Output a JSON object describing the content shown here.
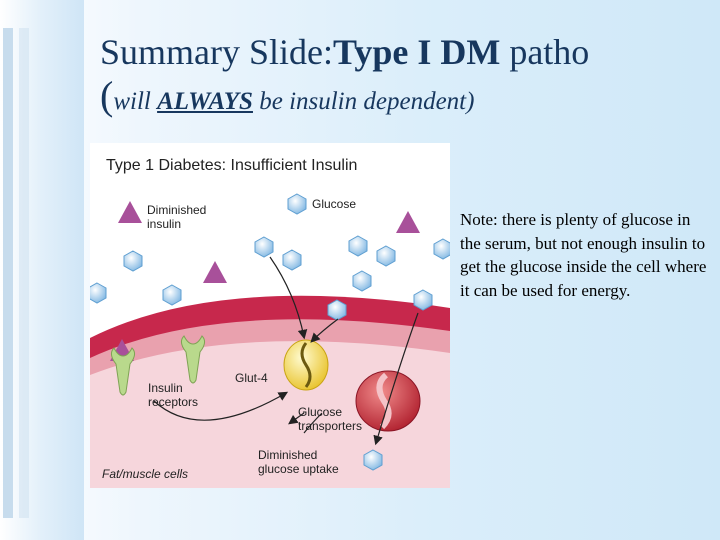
{
  "slide": {
    "title_plain": "Summary Slide:",
    "title_bold": "Type I DM",
    "title_tail": " patho",
    "subtitle_open": "(",
    "subtitle_pre": "will ",
    "subtitle_bold": "ALWAYS",
    "subtitle_post": " be insulin dependent)"
  },
  "figure": {
    "title": "Type 1 Diabetes: Insufficient Insulin",
    "labels": {
      "diminished_insulin_1": "Diminished",
      "diminished_insulin_2": "insulin",
      "glucose": "Glucose",
      "insulin_receptors_1": "Insulin",
      "insulin_receptors_2": "receptors",
      "glut4": "Glut-4",
      "glucose_transporters_1": "Glucose",
      "glucose_transporters_2": "transporters",
      "diminished_uptake_1": "Diminished",
      "diminished_uptake_2": "glucose uptake",
      "cells": "Fat/muscle cells"
    },
    "colors": {
      "membrane": "#c7284c",
      "cell_interior": "#f5cfd6",
      "glucose": "#8ec3ea",
      "insulin": "#a8509a",
      "receptor": "#b9d98c",
      "glut4": "#f2d440",
      "transporter": "#cc3344"
    }
  },
  "note": {
    "text": "Note: there is plenty of glucose in the serum, but not enough insulin to get the glucose inside the cell where it can be used for energy."
  }
}
